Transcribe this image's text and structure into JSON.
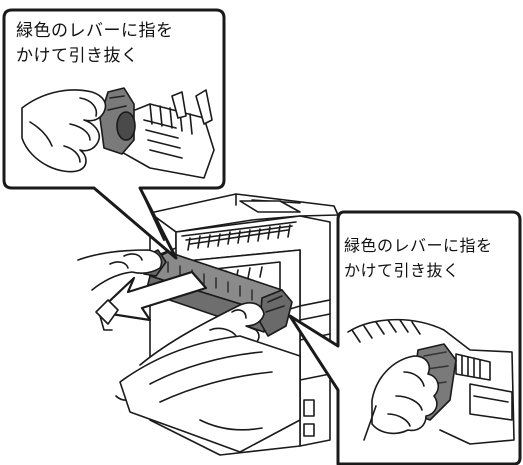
{
  "callouts": [
    {
      "line1": "緑色のレバーに指を",
      "line2": "かけて引き抜く"
    },
    {
      "line1": "緑色のレバーに指を",
      "line2": "かけて引き抜く"
    }
  ],
  "colors": {
    "outline": "#1a1a1a",
    "lever_gray": "#7a7a7a",
    "lever_dark": "#4a4a4a",
    "arrow_fill": "#ffffff"
  }
}
